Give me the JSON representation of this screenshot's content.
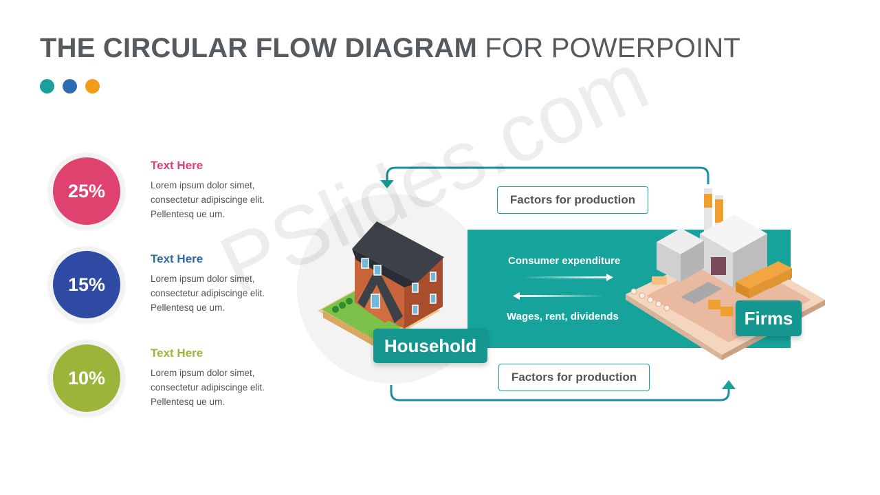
{
  "header": {
    "title_bold": "THE CIRCULAR FLOW DIAGRAM",
    "title_rest": " FOR POWERPOINT",
    "dot_colors": [
      "#1aa19b",
      "#2e6bb5",
      "#f39c18"
    ]
  },
  "stats": [
    {
      "percent": "25%",
      "heading": "Text Here",
      "color": "#e0426f",
      "body": [
        "Lorem ipsum dolor simet,",
        "consectetur adipiscinge elit.",
        "Pellentesq ue um."
      ]
    },
    {
      "percent": "15%",
      "heading": "Text Here",
      "color": "#2e4aa3",
      "heading_color": "#2e6b9e",
      "body": [
        "Lorem ipsum dolor simet,",
        "consectetur adipiscinge elit.",
        "Pellentesq ue um."
      ]
    },
    {
      "percent": "10%",
      "heading": "Text Here",
      "color": "#9bb53a",
      "body": [
        "Lorem ipsum dolor simet,",
        "consectetur adipiscinge elit.",
        "Pellentesq ue um."
      ]
    }
  ],
  "diagram": {
    "top_label": "Factors for production",
    "bottom_label": "Factors for production",
    "consumer_expenditure": "Consumer expenditure",
    "wages": "Wages, rent, dividends",
    "household": "Household",
    "firms": "Firms"
  },
  "watermark": "PSlides.com"
}
